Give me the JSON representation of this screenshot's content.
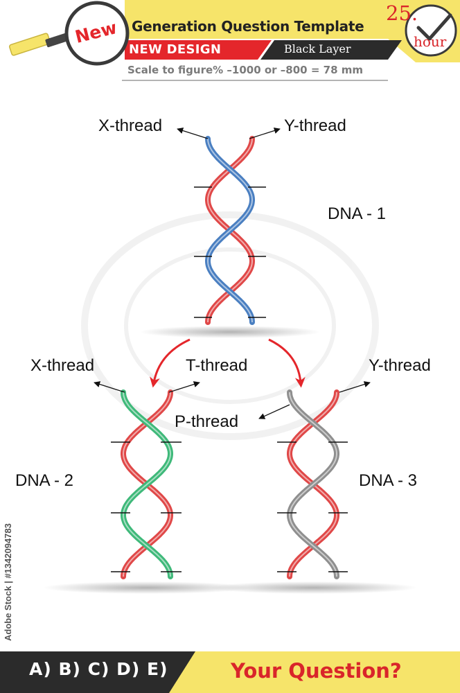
{
  "header": {
    "badge": "New",
    "title": "Generation Question Template",
    "new_design": "NEW DESIGN",
    "black_layer": "Black Layer",
    "scale_note": "Scale to figure% –1000 or –800 = 78 mm",
    "clock_number": "25.",
    "clock_unit": "hour"
  },
  "diagram": {
    "dna1": {
      "name": "DNA - 1",
      "left_label": "X-thread",
      "right_label": "Y-thread",
      "left_color": "#4a7fc1",
      "right_color": "#e04848"
    },
    "dna2": {
      "name": "DNA - 2",
      "left_label": "X-thread",
      "right_label": "T-thread",
      "left_color": "#3fb97a",
      "right_color": "#e04848"
    },
    "dna3": {
      "name": "DNA - 3",
      "left_label": "P-thread",
      "right_label": "Y-thread",
      "left_color": "#8f8f8f",
      "right_color": "#e04848"
    },
    "arrow_color": "#e4262b"
  },
  "footer": {
    "options": "A) B) C) D) E)",
    "question": "Your Question?"
  },
  "stock_id": "Adobe Stock | #1342094783",
  "colors": {
    "yellow": "#f6e46a",
    "red": "#e4262b",
    "dark": "#2b2b2b"
  }
}
